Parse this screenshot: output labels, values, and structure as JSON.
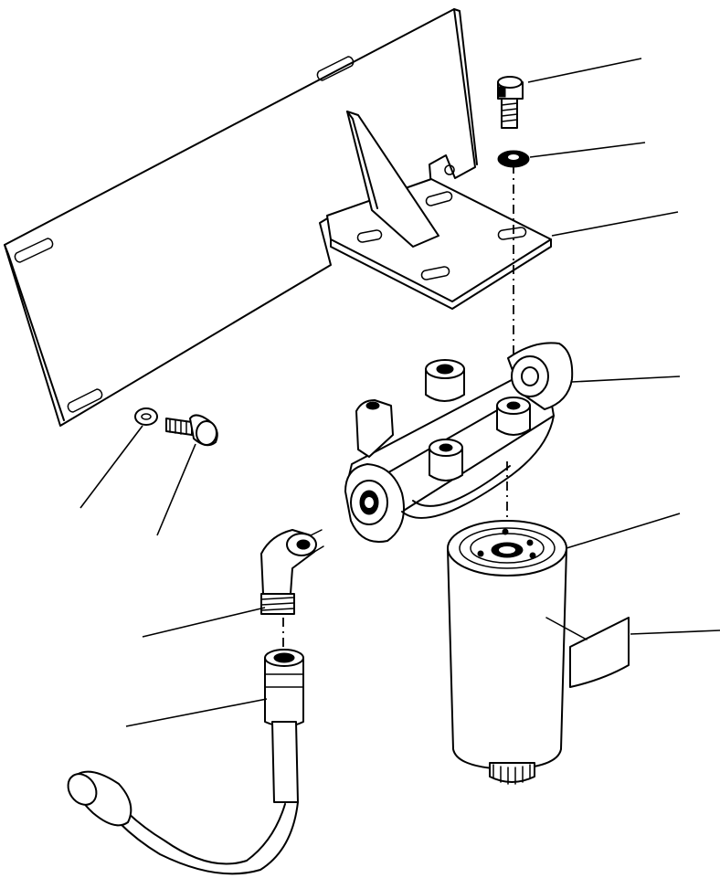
{
  "diagram": {
    "parts": [
      {
        "id": "mounting-plate"
      },
      {
        "id": "bracket"
      },
      {
        "id": "bolt-top"
      },
      {
        "id": "washer-top"
      },
      {
        "id": "filter-head"
      },
      {
        "id": "filter-cartridge"
      },
      {
        "id": "label-decal"
      },
      {
        "id": "elbow-fitting"
      },
      {
        "id": "hose"
      },
      {
        "id": "washer-left"
      },
      {
        "id": "bolt-left"
      }
    ],
    "callouts": [
      {
        "target": "bolt-top"
      },
      {
        "target": "washer-top"
      },
      {
        "target": "bracket"
      },
      {
        "target": "filter-head"
      },
      {
        "target": "filter-cartridge"
      },
      {
        "target": "label-decal"
      },
      {
        "target": "elbow-fitting"
      },
      {
        "target": "hose"
      },
      {
        "target": "washer-left"
      },
      {
        "target": "bolt-left"
      }
    ]
  }
}
